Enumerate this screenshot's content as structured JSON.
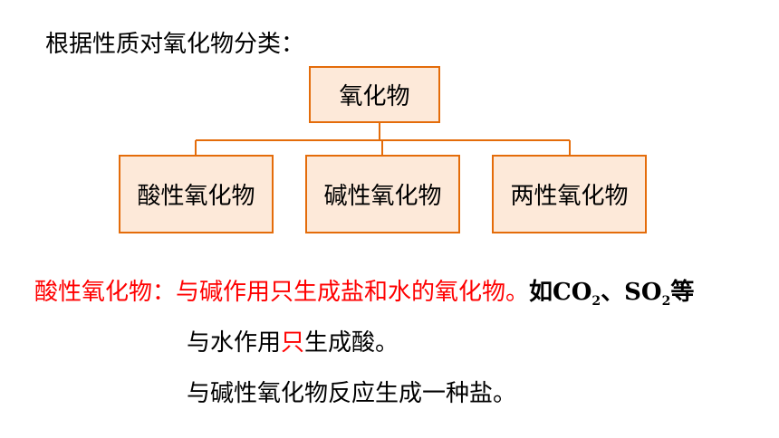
{
  "title": "根据性质对氧化物分类：",
  "tree": {
    "root": "氧化物",
    "children": [
      "酸性氧化物",
      "碱性氧化物",
      "两性氧化物"
    ]
  },
  "colors": {
    "box_fill": "#fde9d9",
    "box_border": "#e46c0a",
    "highlight": "#ff0000"
  },
  "definition": {
    "term": "酸性氧化物：",
    "text": "与碱作用只生成盐和水的氧化物。",
    "example_prefix": "如CO",
    "example_sub1": "2",
    "example_sep": "、SO",
    "example_sub2": "2",
    "example_suffix": "等"
  },
  "property1": {
    "before": "与水作用",
    "highlight": "只",
    "after": "生成酸。"
  },
  "property2": "与碱性氧化物反应生成一种盐。"
}
